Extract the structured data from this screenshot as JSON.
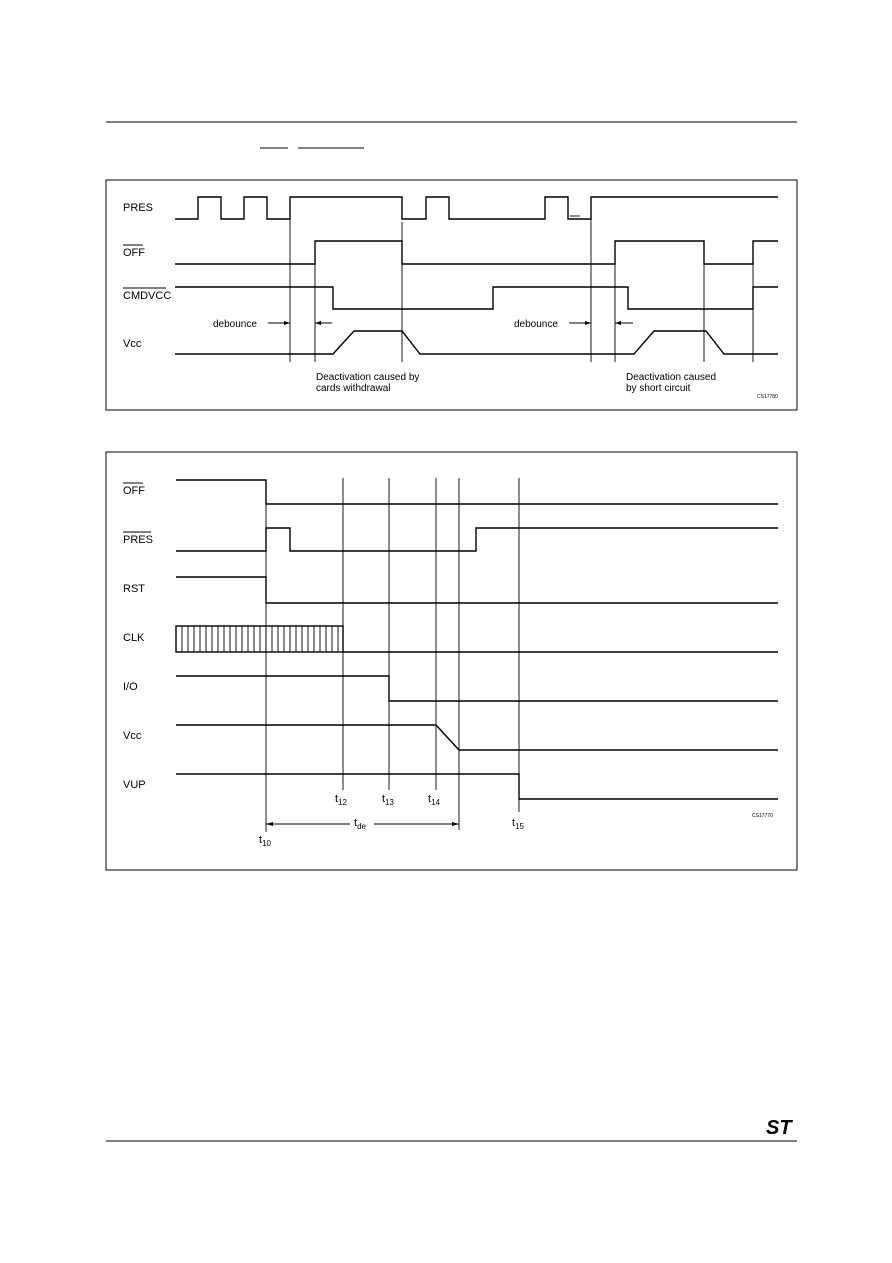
{
  "diagram1": {
    "signals": [
      "PRES",
      "OFF",
      "CMDVCC",
      "Vcc"
    ],
    "annotations": [
      "debounce",
      "debounce",
      "Deactivation caused by",
      "cards withdrawal",
      "Deactivation caused",
      "by short circuit"
    ],
    "code": "CS17780"
  },
  "diagram2": {
    "signals": [
      "OFF",
      "PRES",
      "RST",
      "CLK",
      "I/O",
      "Vcc",
      "VUP"
    ],
    "time_labels": [
      {
        "t": "t",
        "sub": "12"
      },
      {
        "t": "t",
        "sub": "13"
      },
      {
        "t": "t",
        "sub": "14"
      },
      {
        "t": "t",
        "sub": "15"
      },
      {
        "t": "t",
        "sub": "10"
      },
      {
        "t": "t",
        "sub": "de"
      }
    ],
    "code": "CS17770"
  },
  "footer": {
    "logo": "ST"
  }
}
